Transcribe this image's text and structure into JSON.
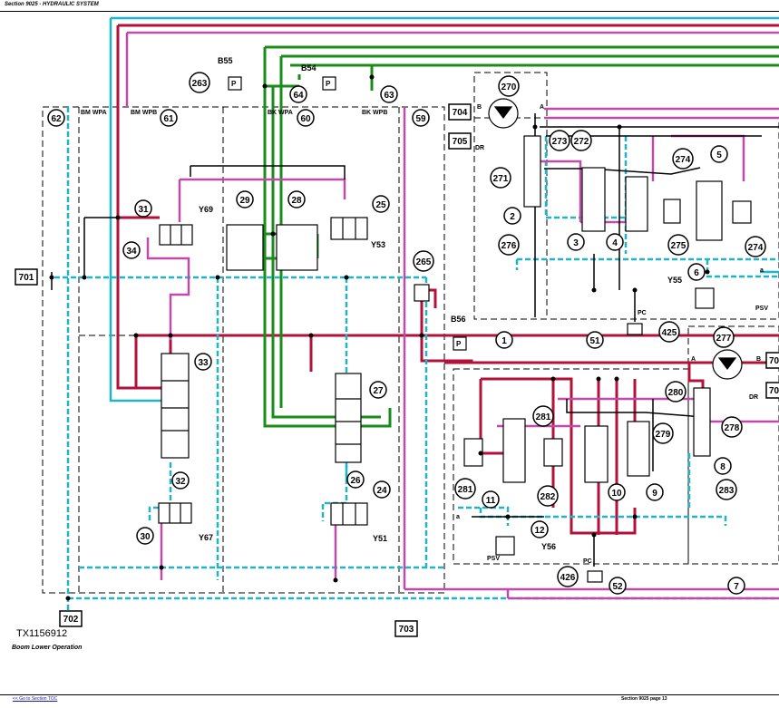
{
  "header": {
    "section_title": "Section 9025 - HYDRAULIC SYSTEM"
  },
  "footer": {
    "back_link": "<< Go to Section TOC",
    "page_label": "Section 9025 page 13"
  },
  "figure": {
    "id": "TX1156912",
    "caption": "Boom Lower Operation"
  },
  "colors": {
    "red": "#b0123a",
    "green": "#1a8c1a",
    "cyan": "#1fb5c9",
    "magenta": "#c04aa8",
    "black": "#000000"
  },
  "callouts": {
    "c263": "263",
    "c62": "62",
    "c61": "61",
    "c60": "60",
    "c59": "59",
    "c64": "64",
    "c63": "63",
    "c270": "270",
    "c273": "273",
    "c272": "272",
    "c271": "271",
    "c2": "2",
    "c276": "276",
    "c3": "3",
    "c4": "4",
    "c275": "275",
    "c274a": "274",
    "c5": "5",
    "c274b": "274",
    "c6": "6",
    "c31": "31",
    "c34": "34",
    "c29": "29",
    "c28": "28",
    "c25": "25",
    "c265": "265",
    "c1": "1",
    "c51": "51",
    "c425": "425",
    "c33": "33",
    "c27": "27",
    "c277": "277",
    "c280": "280",
    "c281a": "281",
    "c279": "279",
    "c278": "278",
    "c8": "8",
    "c283": "283",
    "c32": "32",
    "c26": "26",
    "c281b": "281",
    "c11": "11",
    "c282": "282",
    "c10": "10",
    "c9": "9",
    "c24": "24",
    "c30": "30",
    "c12": "12",
    "c426": "426",
    "c52": "52",
    "c7": "7"
  },
  "boxes": {
    "b701": "701",
    "b704": "704",
    "b705": "705",
    "b702": "702",
    "b703": "703",
    "b70a": "70",
    "b70b": "70"
  },
  "labels": {
    "b55": "B55",
    "b54": "B54",
    "b56": "B56",
    "bm_wpa": "BM WPA",
    "bm_wpb": "BM WPB",
    "bk_wpa": "BK WPA",
    "bk_wpb": "BK WPB",
    "y69": "Y69",
    "y53": "Y53",
    "y55": "Y55",
    "y67": "Y67",
    "y51": "Y51",
    "y56": "Y56",
    "pc1": "PC",
    "pc2": "PC",
    "psv1": "PSV",
    "psv2": "PSV",
    "port_b1": "B",
    "port_a1": "A",
    "port_dr1": "DR",
    "port_a2": "A",
    "port_b2": "B",
    "port_dr2": "DR",
    "a1": "a",
    "a2": "a",
    "p55": "P",
    "p54": "P",
    "p56": "P"
  }
}
